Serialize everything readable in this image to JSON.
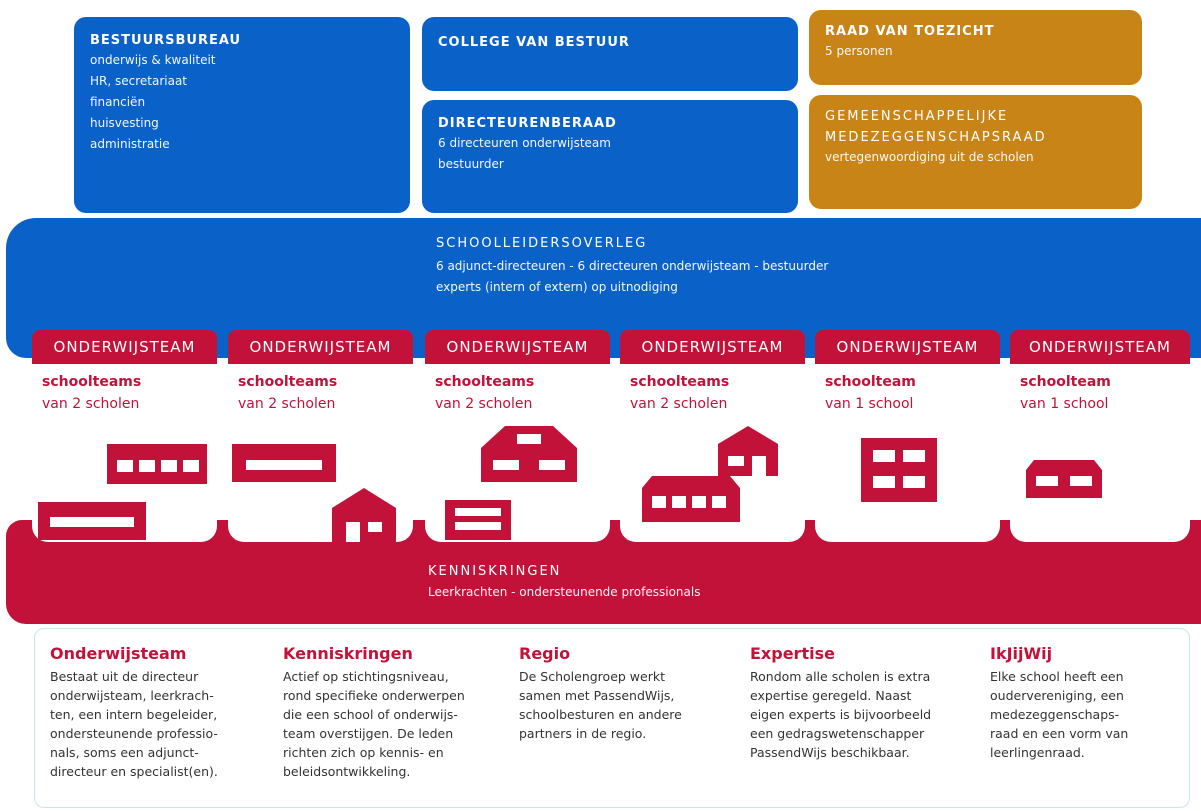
{
  "top": {
    "bestuursbureau": {
      "title": "BESTUURSBUREAU",
      "lines": [
        "onderwijs & kwaliteit",
        "HR, secretariaat",
        "financiën",
        "huisvesting",
        "administratie"
      ]
    },
    "college": {
      "title": "COLLEGE VAN BESTUUR"
    },
    "directeurenberaad": {
      "title": "DIRECTEURENBERAAD",
      "lines": [
        "6 directeuren onderwijsteam",
        "bestuurder"
      ]
    },
    "raad": {
      "title": "RAAD VAN TOEZICHT",
      "lines": [
        "5 personen"
      ]
    },
    "gmr": {
      "title_lines": [
        "GEMEENSCHAPPELIJKE",
        "MEDEZEGGENSCHAPSRAAD"
      ],
      "lines": [
        "vertegenwoordiging uit de scholen"
      ]
    }
  },
  "schoolleiders": {
    "title": "SCHOOLLEIDERSOVERLEG",
    "lines": [
      "6 adjunct-directeuren - 6 directeuren onderwijsteam - bestuurder",
      "experts (intern of extern) op uitnodiging"
    ]
  },
  "teams": [
    {
      "header": "ONDERWIJSTEAM",
      "sub1": "schoolteams",
      "sub2": "van 2 scholen"
    },
    {
      "header": "ONDERWIJSTEAM",
      "sub1": "schoolteams",
      "sub2": "van 2 scholen"
    },
    {
      "header": "ONDERWIJSTEAM",
      "sub1": "schoolteams",
      "sub2": "van 2 scholen"
    },
    {
      "header": "ONDERWIJSTEAM",
      "sub1": "schoolteams",
      "sub2": "van 2 scholen"
    },
    {
      "header": "ONDERWIJSTEAM",
      "sub1": "schoolteam",
      "sub2": "van 1 school"
    },
    {
      "header": "ONDERWIJSTEAM",
      "sub1": "schoolteam",
      "sub2": "van 1 school"
    }
  ],
  "kenniskringen": {
    "title": "KENNISKRINGEN",
    "line": "Leerkrachten - ondersteunende professionals"
  },
  "info": [
    {
      "heading": "Onderwijsteam",
      "lines": [
        "Bestaat uit de directeur",
        "onderwijsteam, leerkrach-",
        "ten, een intern begeleider,",
        "ondersteunende professio-",
        "nals, soms een adjunct-",
        "directeur en specialist(en)."
      ]
    },
    {
      "heading": "Kenniskringen",
      "lines": [
        "Actief op stichtingsniveau,",
        "rond specifieke onderwerpen",
        "die een school of onderwijs-",
        "team overstijgen. De leden",
        "richten zich op kennis- en",
        "beleidsontwikkeling."
      ]
    },
    {
      "heading": "Regio",
      "lines": [
        "De Scholengroep werkt",
        "samen met PassendWijs,",
        "schoolbesturen en andere",
        "partners in de regio."
      ]
    },
    {
      "heading": "Expertise",
      "lines": [
        "Rondom alle scholen is extra",
        "expertise geregeld. Naast",
        "eigen experts is bijvoorbeeld",
        "een gedragswetenschapper",
        "PassendWijs beschikbaar."
      ]
    },
    {
      "heading": "IkJijWij",
      "lines": [
        "Elke school heeft een",
        "oudervereniging, een",
        "medezeggenschaps-",
        "raad en een vorm van",
        "leerlingenraad."
      ]
    }
  ],
  "colors": {
    "blue": "#0a62c9",
    "gold": "#c98418",
    "red": "#c2123a"
  }
}
